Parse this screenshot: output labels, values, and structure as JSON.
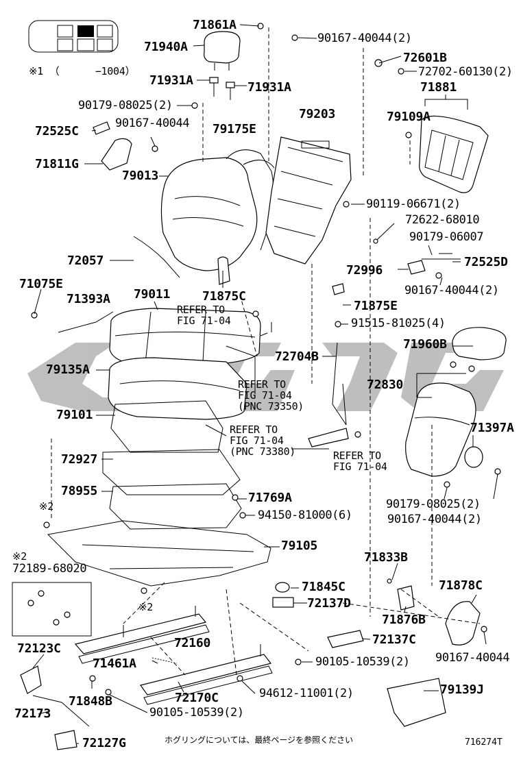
{
  "footer_note": "ホグリングについては、最終ページを参照ください",
  "figure_id": "716274T",
  "watermark_text": "",
  "inset": {
    "note": "※1 （      −1004）"
  },
  "inset2": {
    "mark": "※2",
    "part": "72189-68020"
  },
  "marks": {
    "m2a": "※2",
    "m2b": "※2"
  },
  "refer": {
    "r1": "REFER TO\nFIG 71-04",
    "r2": "REFER TO\nFIG 71-04\n(PNC 73350)",
    "r3": "REFER TO\nFIG 71-04\n(PNC 73380)",
    "r4": "REFER TO\nFIG 71-04"
  },
  "labels": {
    "p71861A": "71861A",
    "p90167_40044_2a": "90167-40044(2)",
    "p71940A": "71940A",
    "p72601B": "72601B",
    "p72702_60130": "72702-60130(2)",
    "p71881": "71881",
    "p71931A_1": "71931A",
    "p71931A_2": "71931A",
    "p90179_08025_2a": "90179-08025(2)",
    "p79203": "79203",
    "p79109A": "79109A",
    "p72525C": "72525C",
    "p90167_40044a": "90167-40044",
    "p79175E": "79175E",
    "p71811G": "71811G",
    "p79013": "79013",
    "p90119_06671": "90119-06671(2)",
    "p72622_68010": "72622-68010",
    "p90179_06007": "90179-06007",
    "p72057": "72057",
    "p72525D": "72525D",
    "p72996": "72996",
    "p90167_40044_2b": "90167-40044(2)",
    "p71075E": "71075E",
    "p71393A": "71393A",
    "p79011": "79011",
    "p71875C": "71875C",
    "p71875E": "71875E",
    "p91515_81025": "91515-81025(4)",
    "p72704B": "72704B",
    "p71960B": "71960B",
    "p79135A": "79135A",
    "p72830": "72830",
    "p79101": "79101",
    "p71397A": "71397A",
    "p72927": "72927",
    "p78955": "78955",
    "p71769A": "71769A",
    "p94150_81000": "94150-81000(6)",
    "p90179_08025_2b": "90179-08025(2)",
    "p90167_40044_2c": "90167-40044(2)",
    "p79105": "79105",
    "p71833B": "71833B",
    "p71845C": "71845C",
    "p71878C": "71878C",
    "p72137D": "72137D",
    "p71876B": "71876B",
    "p72160": "72160",
    "p72137C": "72137C",
    "p72123C": "72123C",
    "p90167_40044b": "90167-40044",
    "p71461A": "71461A",
    "p90105_10539a": "90105-10539(2)",
    "p71848B": "71848B",
    "p94612_11001": "94612-11001(2)",
    "p79139J": "79139J",
    "p72170C": "72170C",
    "p72173": "72173",
    "p90105_10539b": "90105-10539(2)",
    "p72127G": "72127G"
  }
}
